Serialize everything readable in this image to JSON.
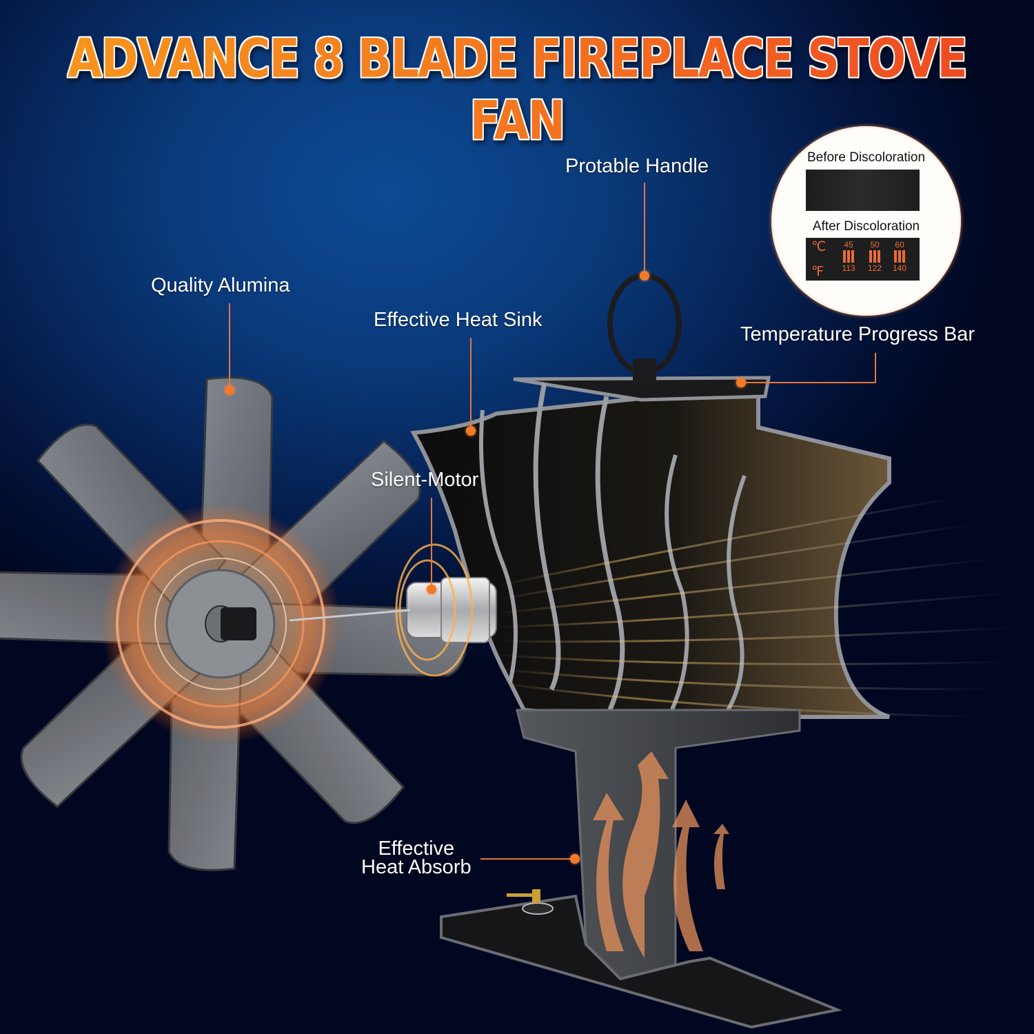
{
  "title": "ADVANCE 8 BLADE FIREPLACE STOVE FAN",
  "colors": {
    "title_gradient_start": "#f7951d",
    "title_gradient_end": "#ef4a22",
    "accent_orange": "#f07a2a",
    "background_top": "#0d4a95",
    "background_bottom": "#010720"
  },
  "callouts": {
    "quality_alumina": "Quality Alumina",
    "effective_heat_sink": "Effective Heat Sink",
    "silent_motor": "Silent-Motor",
    "protable_handle": "Protable Handle",
    "temperature_progress_bar": "Temperature Progress Bar",
    "effective_heat_absorb_line1": "Effective",
    "effective_heat_absorb_line2": "Heat Absorb"
  },
  "discoloration_panel": {
    "before_label": "Before Discoloration",
    "after_label": "After Discoloration",
    "celsius_unit": "℃",
    "fahrenheit_unit": "℉",
    "readings": [
      {
        "celsius": "45",
        "fahrenheit": "113"
      },
      {
        "celsius": "50",
        "fahrenheit": "122"
      },
      {
        "celsius": "60",
        "fahrenheit": "140"
      }
    ]
  },
  "product": {
    "blade_count": "8"
  }
}
